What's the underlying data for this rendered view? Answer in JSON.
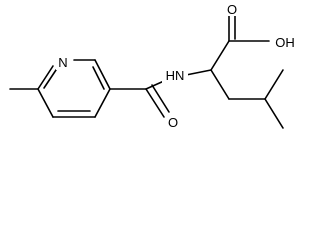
{
  "molecule": {
    "atoms": {
      "ring_n": "N",
      "amide_n": "HN",
      "amide_o": "O",
      "acid_o": "O",
      "acid_oh": "OH"
    }
  }
}
